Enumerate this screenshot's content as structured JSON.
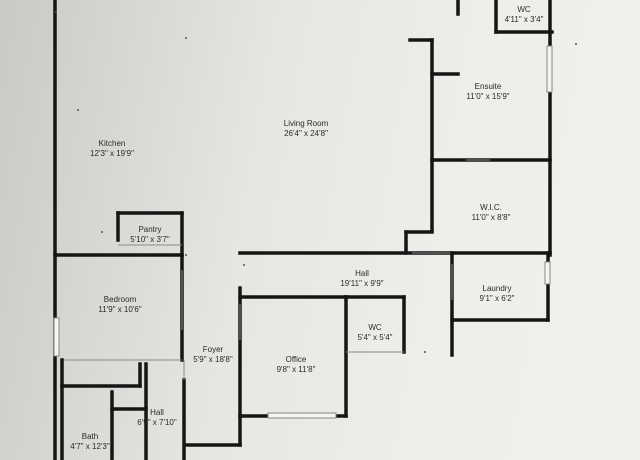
{
  "rooms": [
    {
      "id": "wc-top",
      "name": "WC",
      "dims": "4'11\" x 3'4\""
    },
    {
      "id": "ensuite",
      "name": "Ensuite",
      "dims": "11'0\" x 15'9\""
    },
    {
      "id": "kitchen",
      "name": "Kitchen",
      "dims": "12'3\" x 19'9\""
    },
    {
      "id": "living-room",
      "name": "Living Room",
      "dims": "26'4\" x 24'8\""
    },
    {
      "id": "wic",
      "name": "W.I.C.",
      "dims": "11'0\" x 8'8\""
    },
    {
      "id": "pantry",
      "name": "Pantry",
      "dims": "5'10\" x 3'7\""
    },
    {
      "id": "hall-main",
      "name": "Hall",
      "dims": "19'11\" x 9'9\""
    },
    {
      "id": "laundry",
      "name": "Laundry",
      "dims": "9'1\" x 6'2\""
    },
    {
      "id": "bedroom",
      "name": "Bedroom",
      "dims": "11'9\" x 10'6\""
    },
    {
      "id": "wc-mid",
      "name": "WC",
      "dims": "5'4\" x 5'4\""
    },
    {
      "id": "foyer",
      "name": "Foyer",
      "dims": "5'9\" x 18'8\""
    },
    {
      "id": "office",
      "name": "Office",
      "dims": "9'8\" x 11'8\""
    },
    {
      "id": "hall-small",
      "name": "Hall",
      "dims": "6'9\" x 7'10\""
    },
    {
      "id": "bath",
      "name": "Bath",
      "dims": "4'7\" x 12'3\""
    }
  ]
}
